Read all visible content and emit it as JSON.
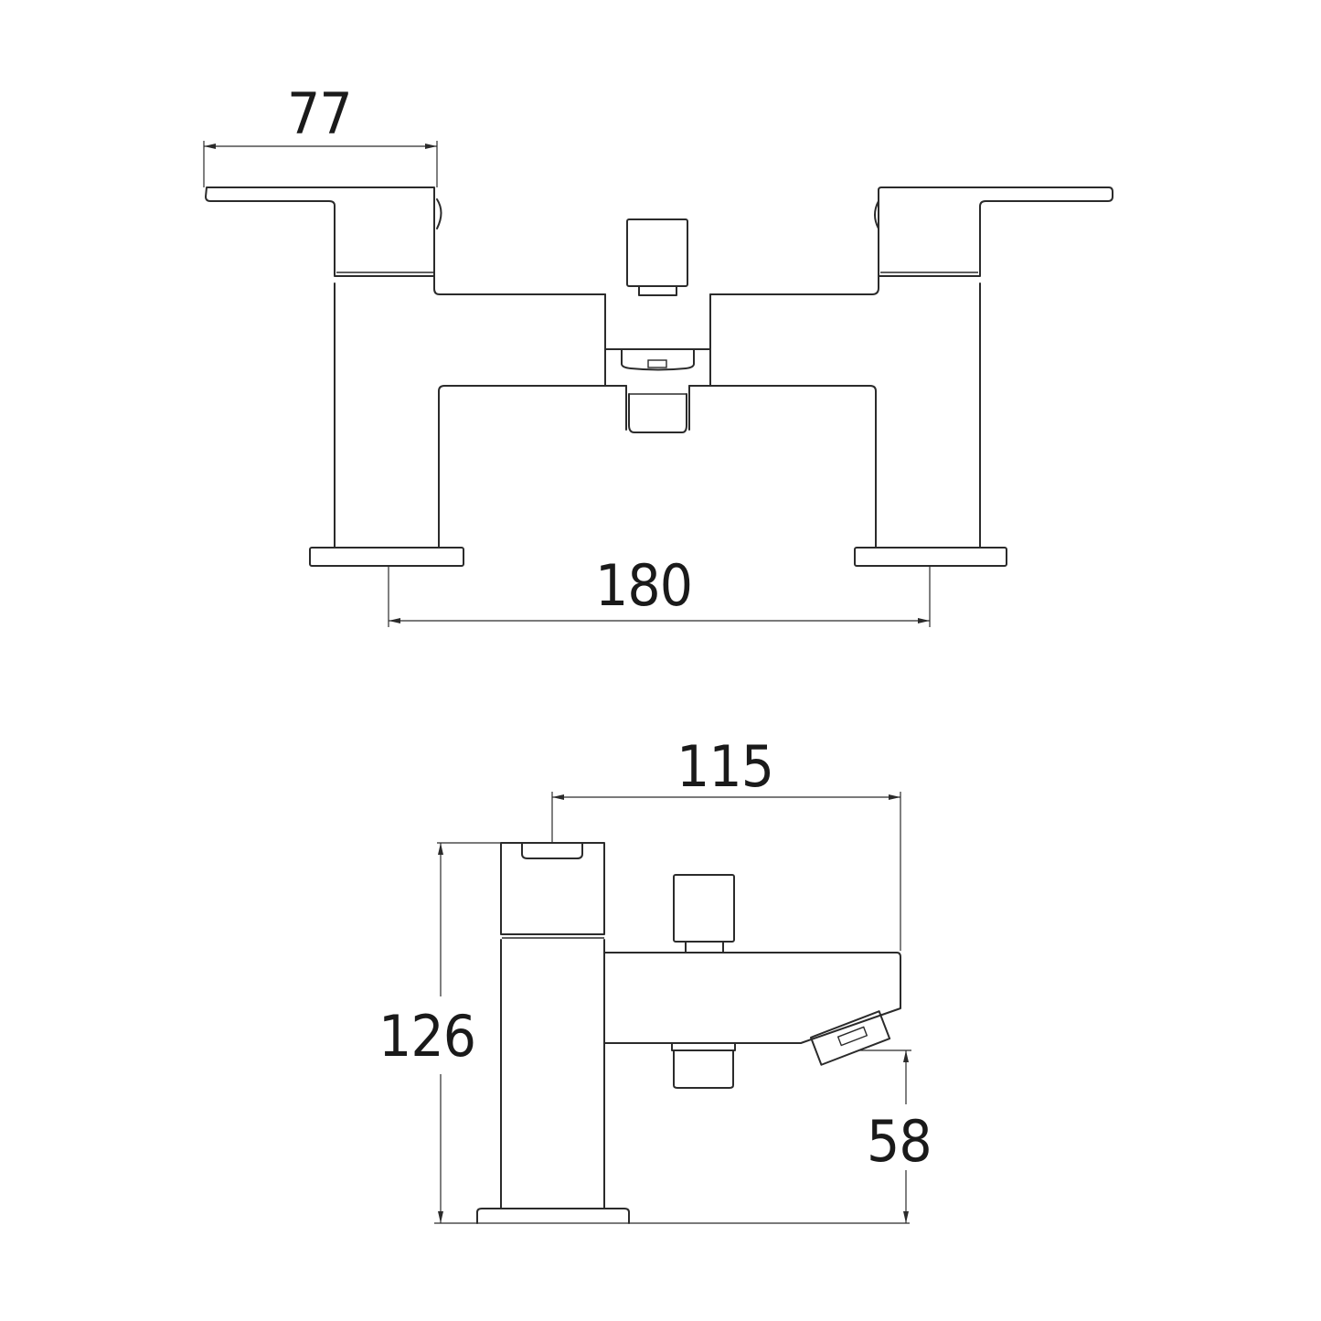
{
  "drawing": {
    "subject": "Deck-mounted bath shower mixer tap — technical dimension drawing",
    "line_color": "#2b2b2b",
    "background": "#ffffff",
    "units": "mm"
  },
  "front_view": {
    "dimensions": {
      "handle_length": "77",
      "centres": "180"
    }
  },
  "side_view": {
    "dimensions": {
      "projection": "115",
      "overall_height": "126",
      "spout_height": "58"
    }
  }
}
